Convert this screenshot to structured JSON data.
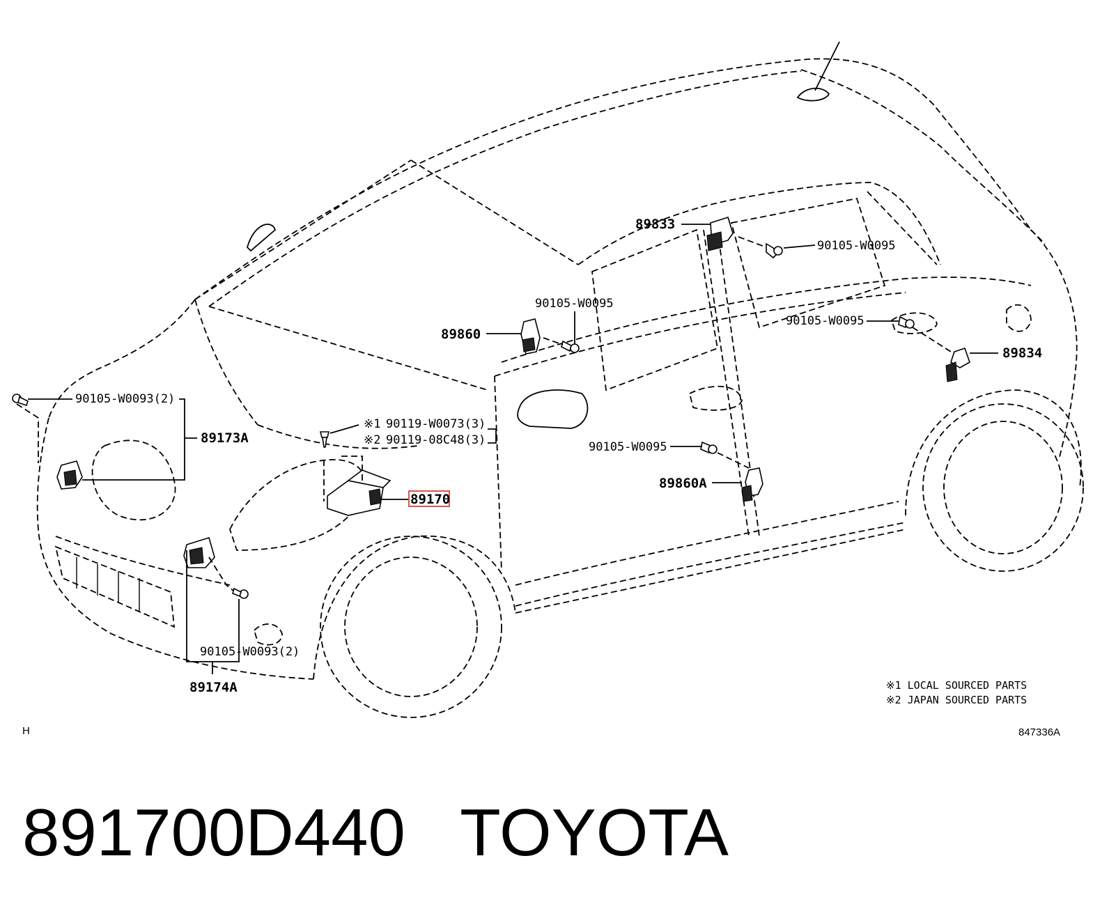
{
  "callouts": {
    "c_89833": "89833",
    "c_90105_w0095_a": "90105-W0095",
    "c_90105_w0095_b": "90105-W0095",
    "c_89860": "89860",
    "c_90105_w0095_c": "90105-W0095",
    "c_89834": "89834",
    "c_90105_w0093_top": "90105-W0093(2)",
    "c_89173a": "89173A",
    "c_note1_mark": "※1",
    "c_90119_w0073": "90119-W0073(3)",
    "c_note2_mark": "※2",
    "c_90119_08c48": "90119-08C48(3)",
    "c_90105_w0095_d": "90105-W0095",
    "c_89860a": "89860A",
    "c_89170": "89170",
    "c_90105_w0093_bot": "90105-W0093(2)",
    "c_89174a": "89174A"
  },
  "notes": {
    "note1": "※1 LOCAL SOURCED PARTS",
    "note2": "※2 JAPAN SOURCED PARTS"
  },
  "corner": {
    "left": "H",
    "right": "847336A"
  },
  "caption": "891700D440   TOYOTA",
  "colors": {
    "highlight": "#d9534f",
    "line": "#000000"
  }
}
